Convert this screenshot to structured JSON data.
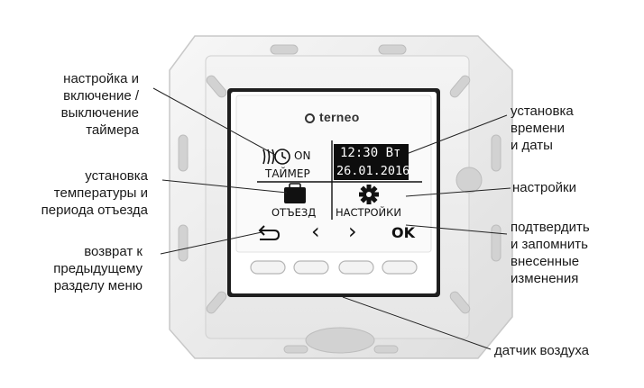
{
  "device": {
    "brand": "terneo",
    "screen": {
      "timer_state": "ON",
      "timer_label": "ТАЙМЕР",
      "time": "12:30",
      "weekday": "Вт",
      "date": "26.01.2016",
      "away_label": "ОТЪЕЗД",
      "settings_label": "НАСТРОЙКИ",
      "nav_prev": "‹",
      "nav_next": "›",
      "ok_label": "OK"
    },
    "button_count": 4
  },
  "annotations": {
    "timer": "настройка и\nвключение /\nвыключение\nтаймера",
    "away": "установка\nтемпературы и\nпериода отъезда",
    "back": "возврат к\nпредыдущему\nразделу меню",
    "datetime": "установка\nвремени\nи даты",
    "settings": "настройки",
    "ok": "подтвердить\nи запомнить\nвнесенные\nизменения",
    "sensor": "датчик воздуха"
  },
  "colors": {
    "frame": "#eeeeee",
    "frame_shadow": "#c9c9c9",
    "screen_bg": "#fafafa",
    "text": "#1a1a1a",
    "leader": "#222222"
  }
}
